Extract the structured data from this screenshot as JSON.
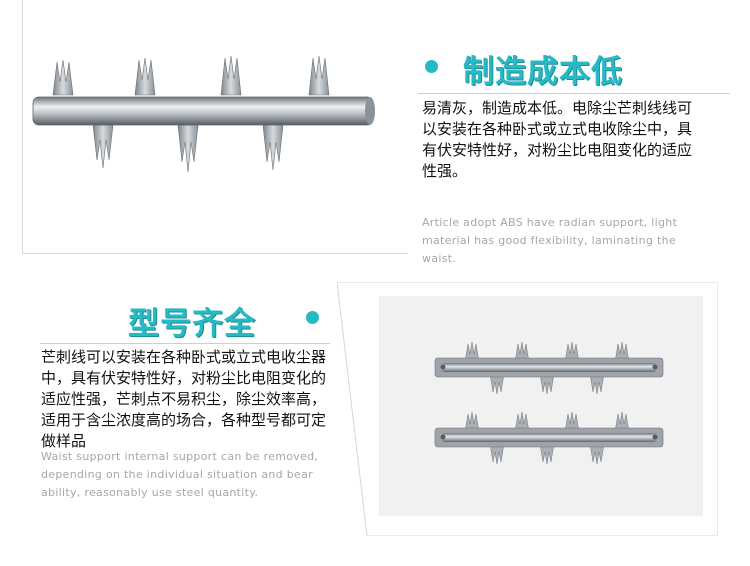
{
  "section1": {
    "heading": "制造成本低",
    "body": "易清灰，制造成本低。电除尘芒刺线线可以安装在各种卧式或立式电收除尘中，具有伏安特性好，对粉尘比电阻变化的适应性强。",
    "english": "Article adopt ABS have radian support, light material has good flexibility, laminating the waist."
  },
  "section2": {
    "heading": "型号齐全",
    "body": "芒刺线可以安装在各种卧式或立式电收尘器中，具有伏安特性好，对粉尘比电阻变化的适应性强，芒刺点不易积尘，除尘效率高，适用于含尘浓度高的场合，各种型号都可定做样品",
    "english": "Waist support internal support can be removed, depending on the individual situation and bear ability, reasonably use steel quantity."
  },
  "colors": {
    "accent": "#27b9c4",
    "text": "#111111",
    "muted": "#a7a7a7"
  }
}
